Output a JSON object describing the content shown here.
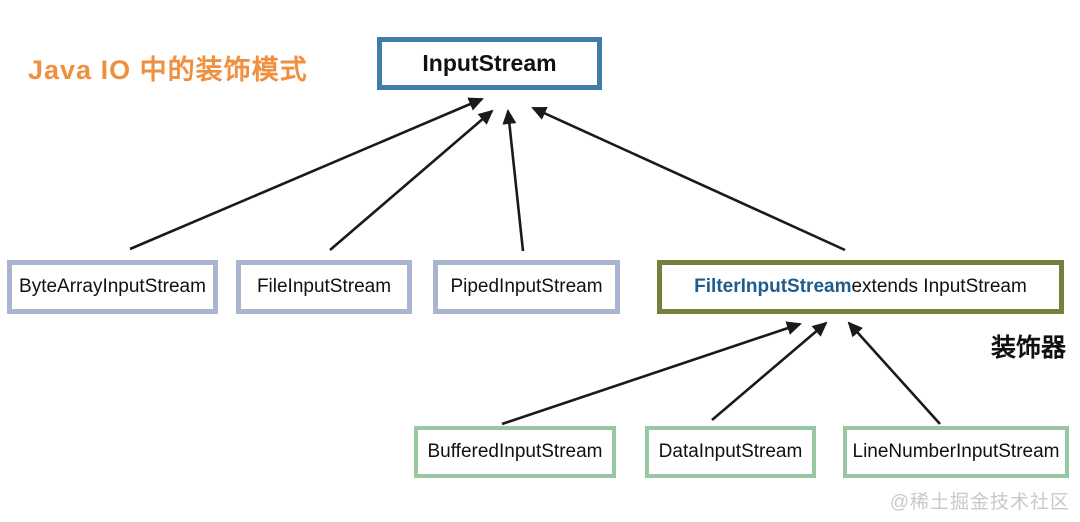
{
  "title": "Java IO 中的装饰模式",
  "root_class": {
    "label": "InputStream"
  },
  "source_classes": [
    {
      "label": "ByteArrayInputStream"
    },
    {
      "label": "FileInputStream"
    },
    {
      "label": "PipedInputStream"
    }
  ],
  "filter_class": {
    "name": "FilterInputStream",
    "rest": " extends InputStream"
  },
  "decorator_annotation": "装饰器",
  "decorator_classes": [
    {
      "label": "BufferedInputStream"
    },
    {
      "label": "DataInputStream"
    },
    {
      "label": "LineNumberInputStream"
    }
  ],
  "watermark": "@稀土掘金技术社区",
  "colors": {
    "title_orange": "#ef9040",
    "root_border_blue": "#3f7ca8",
    "source_border_lavender": "#a9b5cf",
    "filter_border_olive": "#75803f",
    "filter_name_blue": "#1f5c8e",
    "decorator_border_green": "#97c8a1",
    "arrow_black": "#1a1a1a",
    "watermark_gray": "#c9c9c9"
  }
}
